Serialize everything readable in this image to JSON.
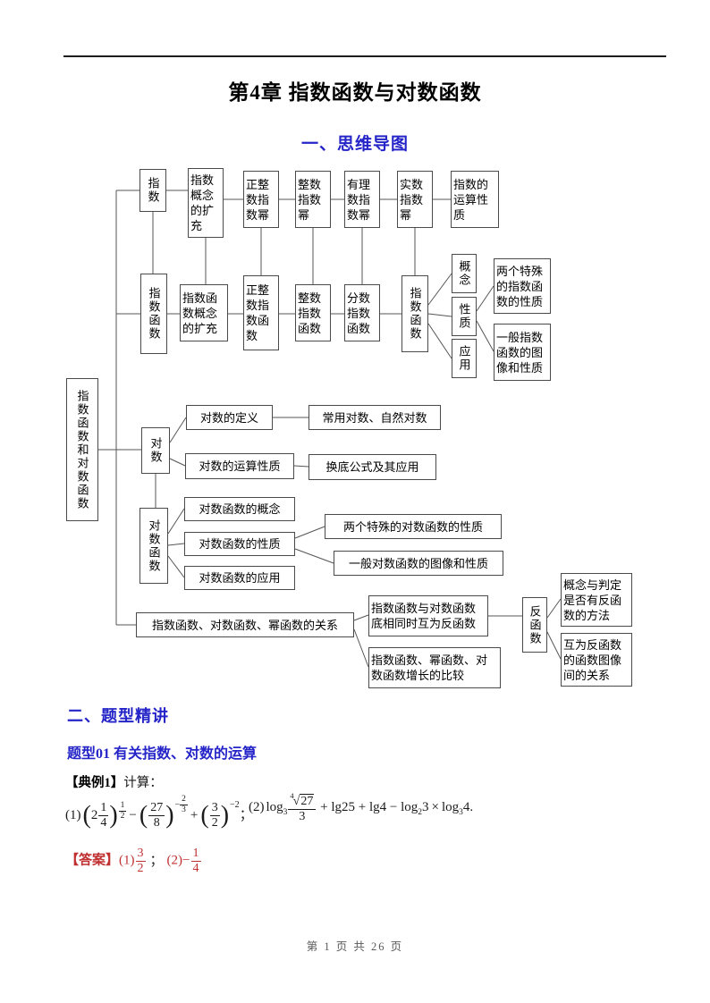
{
  "page": {
    "title": "第4章 指数函数与对数函数",
    "section1": "一、思维导图",
    "section2": "二、题型精讲",
    "topic": "题型01 有关指数、对数的运算",
    "footer": "第 1 页 共 26 页"
  },
  "sym": {
    "lp": "(",
    "rp": ")",
    "radical": "√"
  },
  "mindmap": {
    "nodes": {
      "root": "指数函数和对数函数",
      "zhishu": "指数",
      "zsgnkc": "指数概念的扩充",
      "zzszsm": "正整数指数幂",
      "zszsm": "整数指数幂",
      "ylszsm": "有理数指数幂",
      "sszsm": "实数指数幂",
      "zsysxz": "指数的运算性质",
      "zshs": "指数函数",
      "zshsgnkc": "指数函数概念的扩充",
      "zzszshs": "正整数指数函数",
      "zszshs": "整数指数函数",
      "fszshs": "分数指数函数",
      "zshs2": "指数函数",
      "gainian": "概念",
      "xingzhi": "性质",
      "yingyong": "应用",
      "lgts_zs": "两个特殊的指数函数的性质",
      "yb_zs": "一般指数函数的图像和性质",
      "duishu": "对数",
      "dsdy": "对数的定义",
      "cyds": "常用对数、自然对数",
      "dsysxz": "对数的运算性质",
      "hdgs": "换底公式及其应用",
      "dshs": "对数函数",
      "dshsgn": "对数函数的概念",
      "dshsxz": "对数函数的性质",
      "dshsyy": "对数函数的应用",
      "lgts_ds": "两个特殊的对数函数的性质",
      "yb_ds": "一般对数函数的图像和性质",
      "gx": "指数函数、对数函数、幂函数的关系",
      "hwfhs_tip": "指数函数与对数函数底相同时互为反函数",
      "zz_bj": "指数函数、幂函数、对数函数增长的比较",
      "fhs": "反函数",
      "gn_pd": "概念与判定是否有反函数的方法",
      "hwfhs_gx": "互为反函数的函数图像间的关系"
    }
  },
  "example": {
    "label": "【典例1】",
    "prompt": "计算："
  },
  "f1": {
    "tag": "(1)",
    "whole": "2",
    "m_num": "1",
    "m_den": "4",
    "e1_num": "1",
    "e1_den": "2",
    "op1": "−",
    "f2_num": "27",
    "f2_den": "8",
    "e2_sign": "−",
    "e2_num": "2",
    "e2_den": "3",
    "op2": "+",
    "f3_num": "3",
    "f3_den": "2",
    "e3": "−2",
    "end": "；"
  },
  "f2": {
    "tag": "(2)",
    "log": "log",
    "base": "3",
    "root_index": "4",
    "radicand": "27",
    "den": "3",
    "mid": " + lg25 + lg4 − log",
    "sub2": "2",
    "arg2": "3",
    "times": "×",
    "log2": "log",
    "sub3": "3",
    "arg3": "4",
    "end": "."
  },
  "answer": {
    "label": "【答案】",
    "t1": "(1)",
    "a1_num": "3",
    "a1_den": "2",
    "sep": "；",
    "t2": "(2)",
    "sign": "−",
    "a2_num": "1",
    "a2_den": "4"
  }
}
